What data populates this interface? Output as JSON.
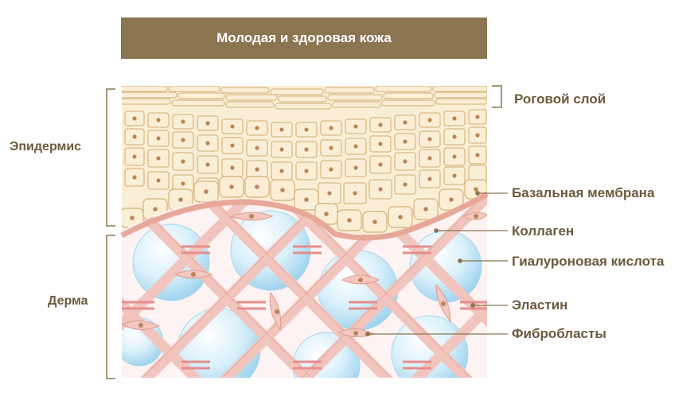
{
  "title": "Молодая и здоровая кожа",
  "labels": {
    "epidermis": "Эпидермис",
    "dermis": "Дерма",
    "stratum_corneum": "Роговой слой",
    "basal_membrane": "Базальная мембрана",
    "collagen": "Коллаген",
    "hyaluronic_acid": "Гиалуроновая кислота",
    "elastin": "Эластин",
    "fibroblasts": "Фибробласты"
  },
  "colors": {
    "title_bar": "#8a7550",
    "label_text": "#6b5a3c",
    "epidermis_cell": "#fbeed7",
    "cell_outline": "#d9bb86",
    "nucleus": "#b8875a",
    "basal_membrane": "#e7a89a",
    "dermis_background": "#fdf3f2",
    "collagen_fiber": "#f1c5bd",
    "elastin_band": "#e58e8e",
    "hyaluronic_sphere": "#bde3f5"
  }
}
